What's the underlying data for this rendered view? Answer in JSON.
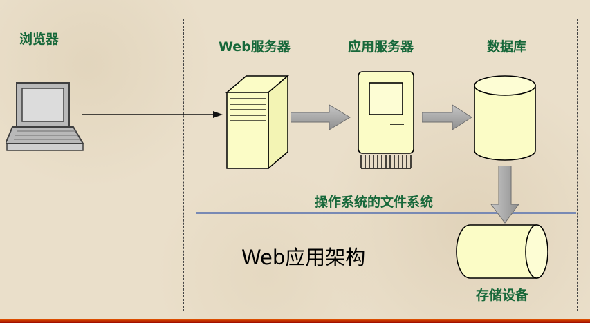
{
  "slide": {
    "title": "Web应用架构"
  },
  "nodes": {
    "browser": {
      "label": "浏览器"
    },
    "web_server": {
      "label_bold": "Web",
      "label_rest": "服务器"
    },
    "app_server": {
      "label": "应用服务器"
    },
    "database": {
      "label": "数据库"
    },
    "storage": {
      "label": "存储设备"
    }
  },
  "file_system": {
    "label": "操作系统的文件系统"
  },
  "colors": {
    "background": "#eadfca",
    "node_fill": "#fbfcc6",
    "node_stroke": "#000000",
    "label_green": "#17683a",
    "filesystem_line": "#7889b4",
    "arrow_gray": "#a9a9a9",
    "bottom_bar_top": "#e25300",
    "bottom_bar_bottom": "#9c0a00"
  }
}
